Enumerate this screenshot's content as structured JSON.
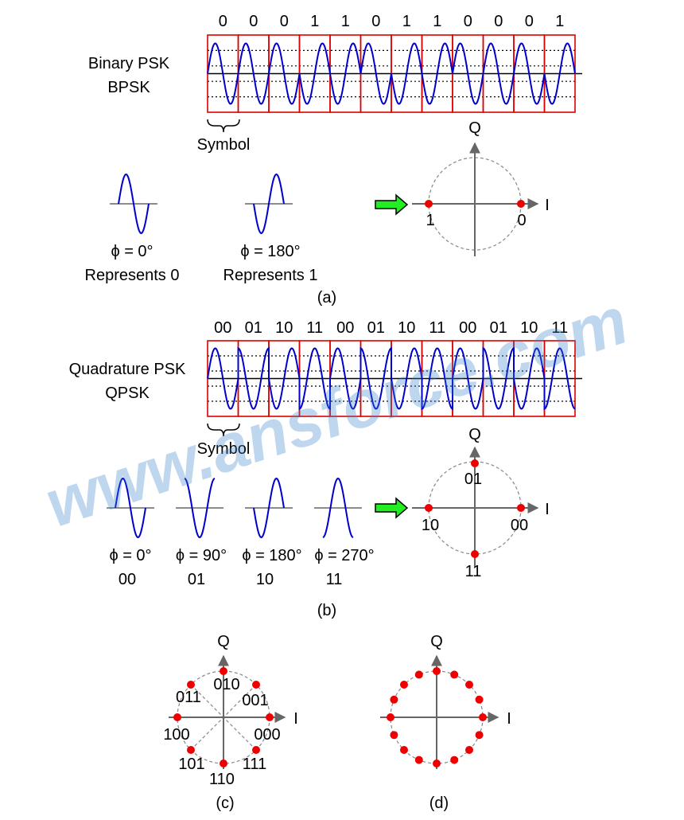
{
  "watermark": "www.ansforce.com",
  "colors": {
    "wave": "#0000cc",
    "grid": "#dd0000",
    "point": "#ee0000",
    "arrow": "#22ee22",
    "axis": "#666666"
  },
  "panel_a": {
    "bits": [
      "0",
      "0",
      "0",
      "1",
      "1",
      "0",
      "1",
      "1",
      "0",
      "0",
      "0",
      "1"
    ],
    "title_line1": "Binary PSK",
    "title_line2": "BPSK",
    "symbol_label": "Symbol",
    "examples": [
      {
        "phase": "ϕ = 0°",
        "meaning": "Represents 0"
      },
      {
        "phase": "ϕ = 180°",
        "meaning": "Represents 1"
      }
    ],
    "constellation": {
      "q_label": "Q",
      "i_label": "I",
      "left_label": "1",
      "right_label": "0"
    },
    "caption": "(a)"
  },
  "panel_b": {
    "symbols": [
      "00",
      "01",
      "10",
      "11",
      "00",
      "01",
      "10",
      "11",
      "00",
      "01",
      "10",
      "11"
    ],
    "title_line1": "Quadrature PSK",
    "title_line2": "QPSK",
    "symbol_label": "Symbol",
    "examples": [
      {
        "phase": "ϕ = 0°",
        "code": "00"
      },
      {
        "phase": "ϕ = 90°",
        "code": "01"
      },
      {
        "phase": "ϕ = 180°",
        "code": "10"
      },
      {
        "phase": "ϕ = 270°",
        "code": "11"
      }
    ],
    "constellation": {
      "q_label": "Q",
      "i_label": "I",
      "top": "01",
      "left": "10",
      "right": "00",
      "bottom": "11"
    },
    "caption": "(b)"
  },
  "panel_c": {
    "q_label": "Q",
    "i_label": "I",
    "labels": [
      "010",
      "011",
      "001",
      "100",
      "000",
      "101",
      "111",
      "110"
    ],
    "caption": "(c)"
  },
  "panel_d": {
    "q_label": "Q",
    "i_label": "I",
    "points": 16,
    "caption": "(d)"
  }
}
